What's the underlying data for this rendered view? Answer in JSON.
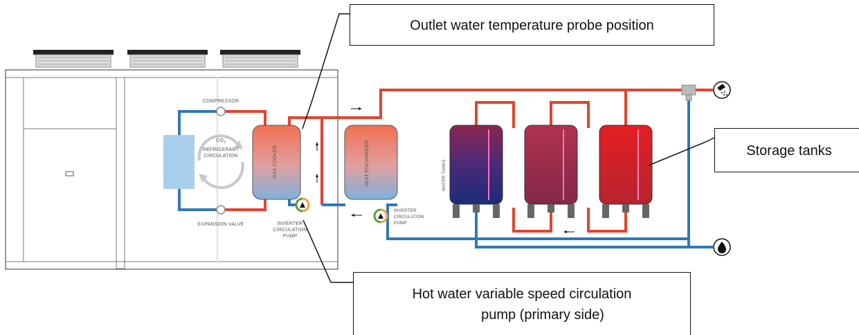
{
  "unit_labels": {
    "compressor": "COMPRESSOR",
    "co2_line1": "CO",
    "co2_sub": "2",
    "co2_line2": "REFRIGERANT",
    "co2_line3": "CIRCULATION",
    "expansion_valve": "EXPANSION VALVE",
    "gas_cooler": "GAS COOLER",
    "heat_exchanger": "HEAT ENCHARGER",
    "inner_pump_line1": "INVERTER",
    "inner_pump_line2": "CIRCULATION",
    "inner_pump_line3": "PUMP",
    "outer_pump_line1": "INVERTER",
    "outer_pump_line2": "CIRCULATION",
    "outer_pump_line3": "PUMP",
    "water_tanks": "WATER TANKS"
  },
  "callouts": {
    "outlet_probe": "Outlet water temperature probe position",
    "storage_tanks": "Storage tanks",
    "pump_line1": "Hot water variable speed circulation",
    "pump_line2": "pump (primary side)"
  },
  "icons": {
    "shower": "shower-icon",
    "water_drop": "water-drop-icon",
    "pump": "pump-icon",
    "arrow": "flow-arrow-icon"
  },
  "colors": {
    "hot_pipe": "#e04530",
    "cold_pipe": "#2f78b8",
    "tank_dark_top": "#7a2a5a",
    "tank_dark_bottom": "#1c2a78",
    "tank_mid": "#a2304a",
    "tank_red": "#d8282a",
    "pump_ring": "#f0a030",
    "pump_ring_green": "#5aa040",
    "cooler_top": "#f08060",
    "cooler_bottom": "#7fb0dc"
  }
}
